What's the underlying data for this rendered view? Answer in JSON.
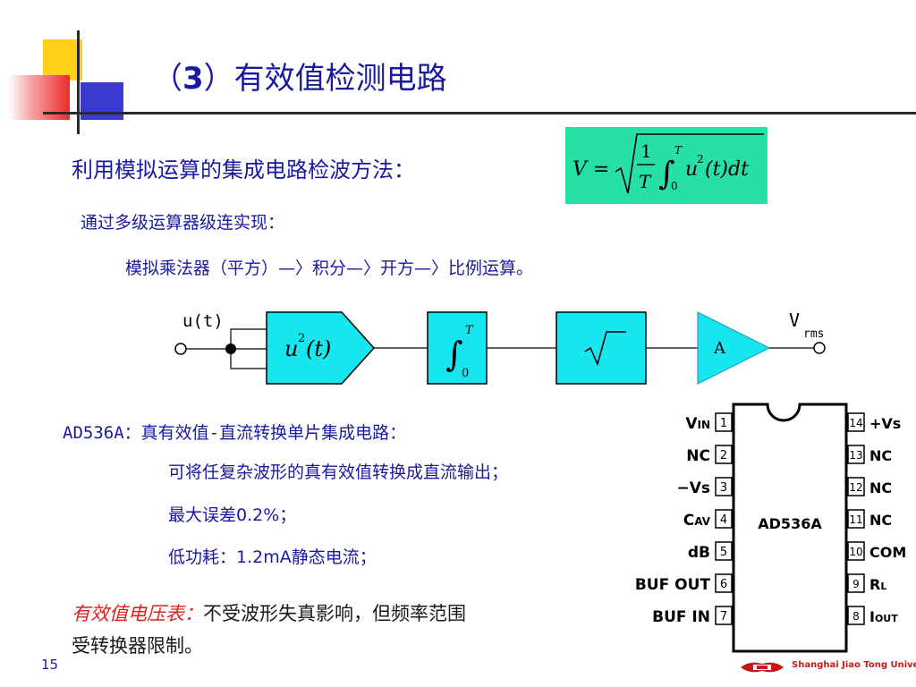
{
  "slide": {
    "title_prefix": "（",
    "title_num": "3",
    "title_text": "）有效值检测电路",
    "intro": "利用模拟运算的集成电路检波方法：",
    "formula": {
      "lhs": "V =",
      "frac_num": "1",
      "frac_den": "T",
      "int_upper": "T",
      "int_lower": "0",
      "integrand": "u",
      "power": "2",
      "tail": "(t)dt"
    },
    "line2": "通过多级运算器级连实现：",
    "line3": "模拟乘法器（平方）—〉积分—〉开方—〉比例运算。",
    "page_number": "15"
  },
  "diagram": {
    "input_label": "u(t)",
    "block1": {
      "base": "u",
      "power": "2",
      "arg": "(t)"
    },
    "block2": {
      "upper": "T",
      "lower": "0"
    },
    "block3": "√‾",
    "amp_label": "A",
    "output_label_main": "V",
    "output_label_sub": "rms",
    "fill_color": "#17e6ee"
  },
  "specs": {
    "head": "AD536A：真有效值-直流转换单片集成电路：",
    "items": [
      "可将任复杂波形的真有效值转换成直流输出；",
      "最大误差0.2%；",
      "低功耗：1.2mA静态电流；"
    ]
  },
  "meter": {
    "label": "有效值电压表：",
    "text1": "不受波形失真影响，但频率范围",
    "text2": "受转换器限制。"
  },
  "chip": {
    "name": "AD536A",
    "left_pins": [
      {
        "label": "V",
        "sub": "IN",
        "num": "1"
      },
      {
        "label": "NC",
        "sub": "",
        "num": "2"
      },
      {
        "label": "−Vs",
        "sub": "",
        "num": "3"
      },
      {
        "label": "C",
        "sub": "AV",
        "num": "4"
      },
      {
        "label": "dB",
        "sub": "",
        "num": "5"
      },
      {
        "label": "BUF OUT",
        "sub": "",
        "num": "6"
      },
      {
        "label": "BUF IN",
        "sub": "",
        "num": "7"
      }
    ],
    "right_pins": [
      {
        "num": "14",
        "label": "+Vs",
        "sub": ""
      },
      {
        "num": "13",
        "label": "NC",
        "sub": ""
      },
      {
        "num": "12",
        "label": "NC",
        "sub": ""
      },
      {
        "num": "11",
        "label": "NC",
        "sub": ""
      },
      {
        "num": "10",
        "label": "COM",
        "sub": ""
      },
      {
        "num": "9",
        "label": "R",
        "sub": "L"
      },
      {
        "num": "8",
        "label": "I",
        "sub": "OUT"
      }
    ]
  },
  "footer": {
    "university": "Shanghai Jiao Tong University",
    "accent_color": "#c41a1a"
  }
}
